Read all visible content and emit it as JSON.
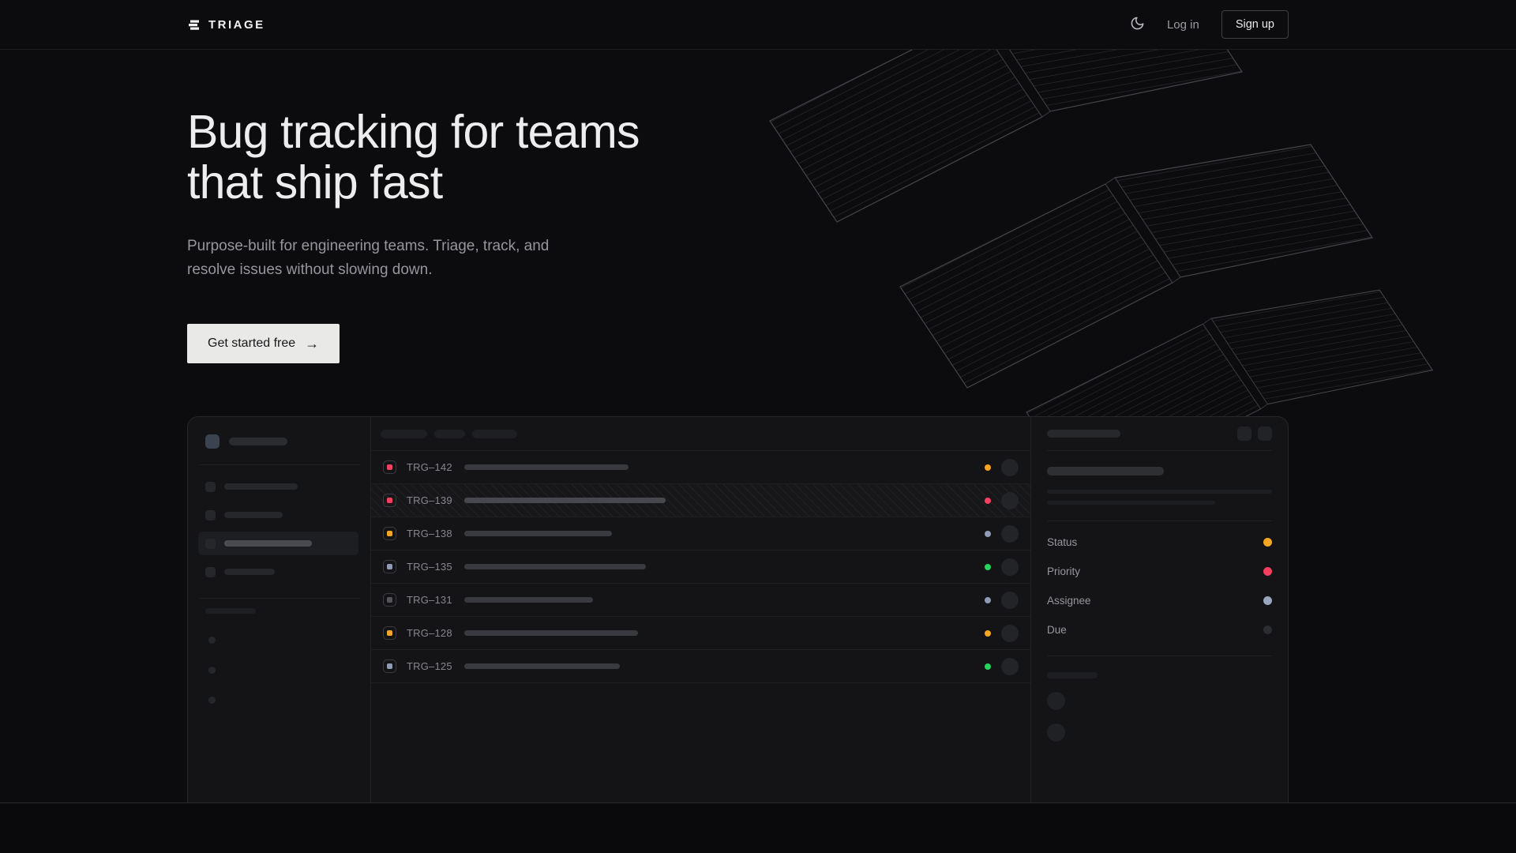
{
  "nav": {
    "brand": "TRIAGE",
    "login_label": "Log in",
    "signup_label": "Sign up"
  },
  "hero": {
    "heading_line1": "Bug tracking for teams",
    "heading_line2": "that ship fast",
    "subtitle": "Purpose-built for engineering teams. Triage, track, and resolve issues without slowing down.",
    "cta_label": "Get started free",
    "cta_arrow": "→"
  },
  "mockup": {
    "issues": [
      {
        "id": "TRG–142",
        "type_color": "#f43f5e",
        "status_color": "#f5a623",
        "title_width": 208,
        "selected": false
      },
      {
        "id": "TRG–139",
        "type_color": "#f43f5e",
        "status_color": "#f43f5e",
        "title_width": 255,
        "selected": true
      },
      {
        "id": "TRG–138",
        "type_color": "#f5a623",
        "status_color": "#8e9cb5",
        "title_width": 187,
        "selected": false
      },
      {
        "id": "TRG–135",
        "type_color": "#8e9cb5",
        "status_color": "#26d45e",
        "title_width": 230,
        "selected": false
      },
      {
        "id": "TRG–131",
        "type_color": "#55565c",
        "status_color": "#8e9cb5",
        "title_width": 163,
        "selected": false
      },
      {
        "id": "TRG–128",
        "type_color": "#f5a623",
        "status_color": "#f5a623",
        "title_width": 220,
        "selected": false
      },
      {
        "id": "TRG–125",
        "type_color": "#8e9cb5",
        "status_color": "#26d45e",
        "title_width": 197,
        "selected": false
      }
    ],
    "detail_fields": [
      {
        "label": "Status",
        "color": "#f5a623"
      },
      {
        "label": "Priority",
        "color": "#f43f5e"
      },
      {
        "label": "Assignee",
        "color": "#9aa6bd"
      },
      {
        "label": "Due",
        "color": "#2c2d31"
      }
    ]
  },
  "colors": {
    "accent_pink": "#f43f5e",
    "accent_amber": "#f5a623",
    "accent_green": "#26d45e",
    "accent_slate": "#8e9cb5",
    "cta_background": "#e9e9e7",
    "page_background": "#0c0c0e"
  }
}
